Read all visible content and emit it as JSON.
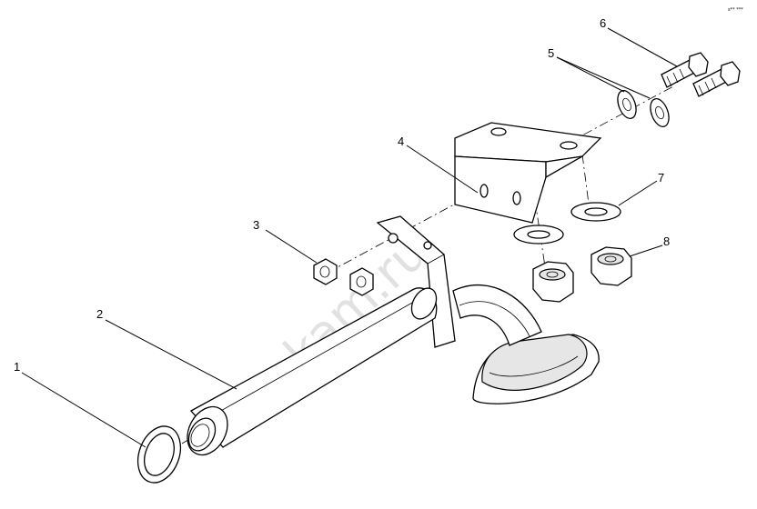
{
  "callouts": [
    "1",
    "2",
    "3",
    "4",
    "5",
    "6",
    "7",
    "8"
  ],
  "watermark": "zap-kam.ru",
  "corner_mark": "s** ***"
}
